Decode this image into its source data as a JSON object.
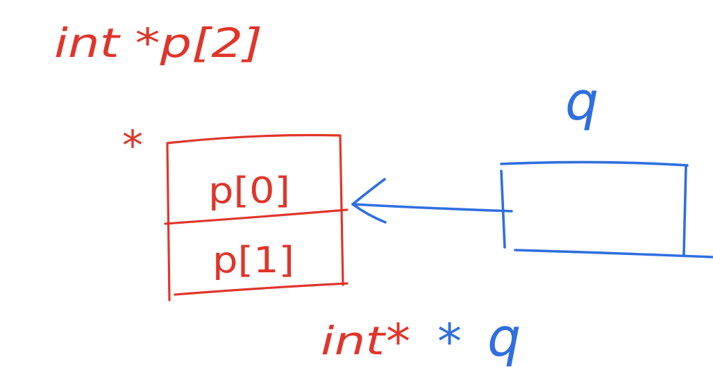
{
  "colors": {
    "red_ink": "#e0352b",
    "blue_ink": "#2f6fe0",
    "background": "#ffffff"
  },
  "labels": {
    "declaration_top": "int *p[2]",
    "array_star": "*",
    "cell_0": "p[0]",
    "cell_1": "p[1]",
    "pointer_name_top": "q",
    "declaration_bottom_int": "int",
    "declaration_bottom_star_red": "*",
    "declaration_bottom_star_blue": "*",
    "declaration_bottom_q": "q"
  }
}
